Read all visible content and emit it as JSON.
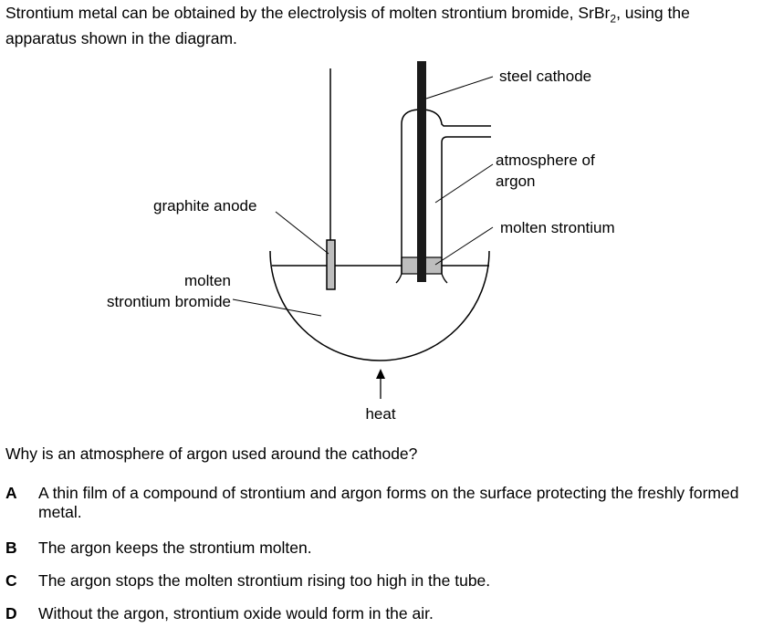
{
  "intro": {
    "line1": "Strontium metal can be obtained by the electrolysis of molten strontium bromide, SrBr",
    "sub": "2",
    "line1_end": ", using the",
    "line2": "apparatus shown in the diagram."
  },
  "diagram": {
    "labels": {
      "steel_cathode": "steel cathode",
      "atmosphere_line1": "atmosphere of",
      "atmosphere_line2": "argon",
      "graphite_anode": "graphite anode",
      "molten_strontium": "molten strontium",
      "molten_line1": "molten",
      "molten_line2": "strontium bromide",
      "heat": "heat"
    }
  },
  "question": "Why is an atmosphere of argon used around the cathode?",
  "options": [
    {
      "letter": "A",
      "text": "A thin film of a compound of strontium and argon forms on the surface protecting the freshly formed metal."
    },
    {
      "letter": "B",
      "text": "The argon keeps the strontium molten."
    },
    {
      "letter": "C",
      "text": "The argon stops the molten strontium rising too high in the tube."
    },
    {
      "letter": "D",
      "text": "Without the argon, strontium oxide would form in the air."
    }
  ]
}
